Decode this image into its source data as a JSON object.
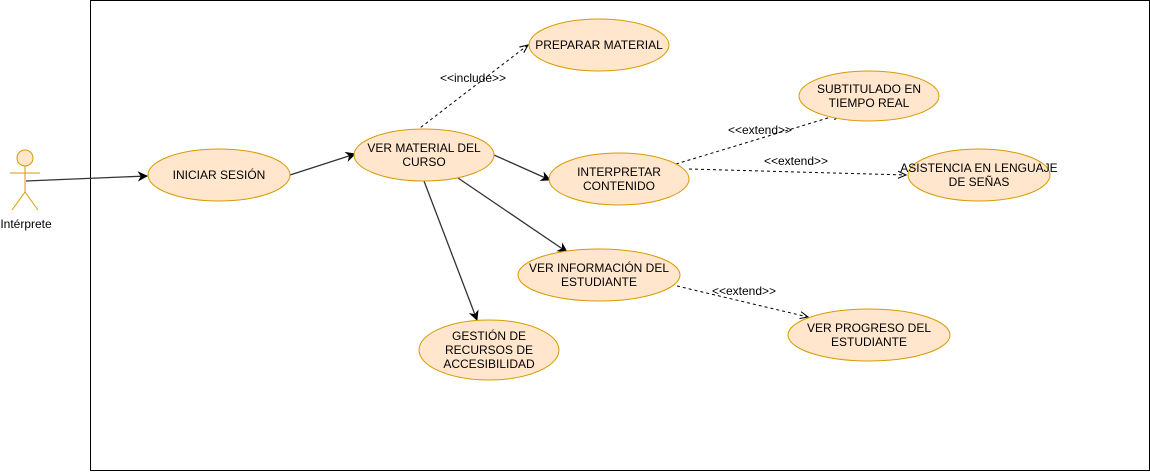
{
  "actor": {
    "name": "Intérprete",
    "icon": "stick-figure-actor-icon"
  },
  "use_cases": [
    {
      "id": "iniciar",
      "lines": [
        "INICIAR SESIÓN"
      ]
    },
    {
      "id": "ver_material",
      "lines": [
        "VER MATERIAL DEL",
        "CURSO"
      ]
    },
    {
      "id": "preparar",
      "lines": [
        "PREPARAR MATERIAL"
      ]
    },
    {
      "id": "subtitulado",
      "lines": [
        "SUBTITULADO EN",
        "TIEMPO REAL"
      ]
    },
    {
      "id": "interpretar",
      "lines": [
        "INTERPRETAR",
        "CONTENIDO"
      ]
    },
    {
      "id": "asistencia",
      "lines": [
        "ASISTENCIA EN LENGUAJE",
        "DE SEÑAS"
      ]
    },
    {
      "id": "ver_info",
      "lines": [
        "VER INFORMACIÓN DEL",
        "ESTUDIANTE"
      ]
    },
    {
      "id": "ver_progreso",
      "lines": [
        "VER PROGRESO DEL",
        "ESTUDIANTE"
      ]
    },
    {
      "id": "gestion",
      "lines": [
        "GESTIÓN DE",
        "RECURSOS DE",
        "ACCESIBILIDAD"
      ]
    }
  ],
  "relations": [
    {
      "from": "actor",
      "to": "iniciar",
      "kind": "association"
    },
    {
      "from": "iniciar",
      "to": "ver_material",
      "kind": "association"
    },
    {
      "from": "ver_material",
      "to": "interpretar",
      "kind": "association"
    },
    {
      "from": "ver_material",
      "to": "ver_info",
      "kind": "association"
    },
    {
      "from": "ver_material",
      "to": "gestion",
      "kind": "association"
    },
    {
      "from": "ver_material",
      "to": "preparar",
      "kind": "dependency",
      "label": "<<include>>"
    },
    {
      "from": "interpretar",
      "to": "subtitulado",
      "kind": "dependency",
      "label": "<<extend>>"
    },
    {
      "from": "interpretar",
      "to": "asistencia",
      "kind": "dependency",
      "label": "<<extend>>"
    },
    {
      "from": "ver_info",
      "to": "ver_progreso",
      "kind": "dependency",
      "label": "<<extend>>"
    }
  ],
  "colors": {
    "use_case_fill": "#ffe6cc",
    "use_case_stroke": "#d79b00",
    "line": "#333333"
  }
}
